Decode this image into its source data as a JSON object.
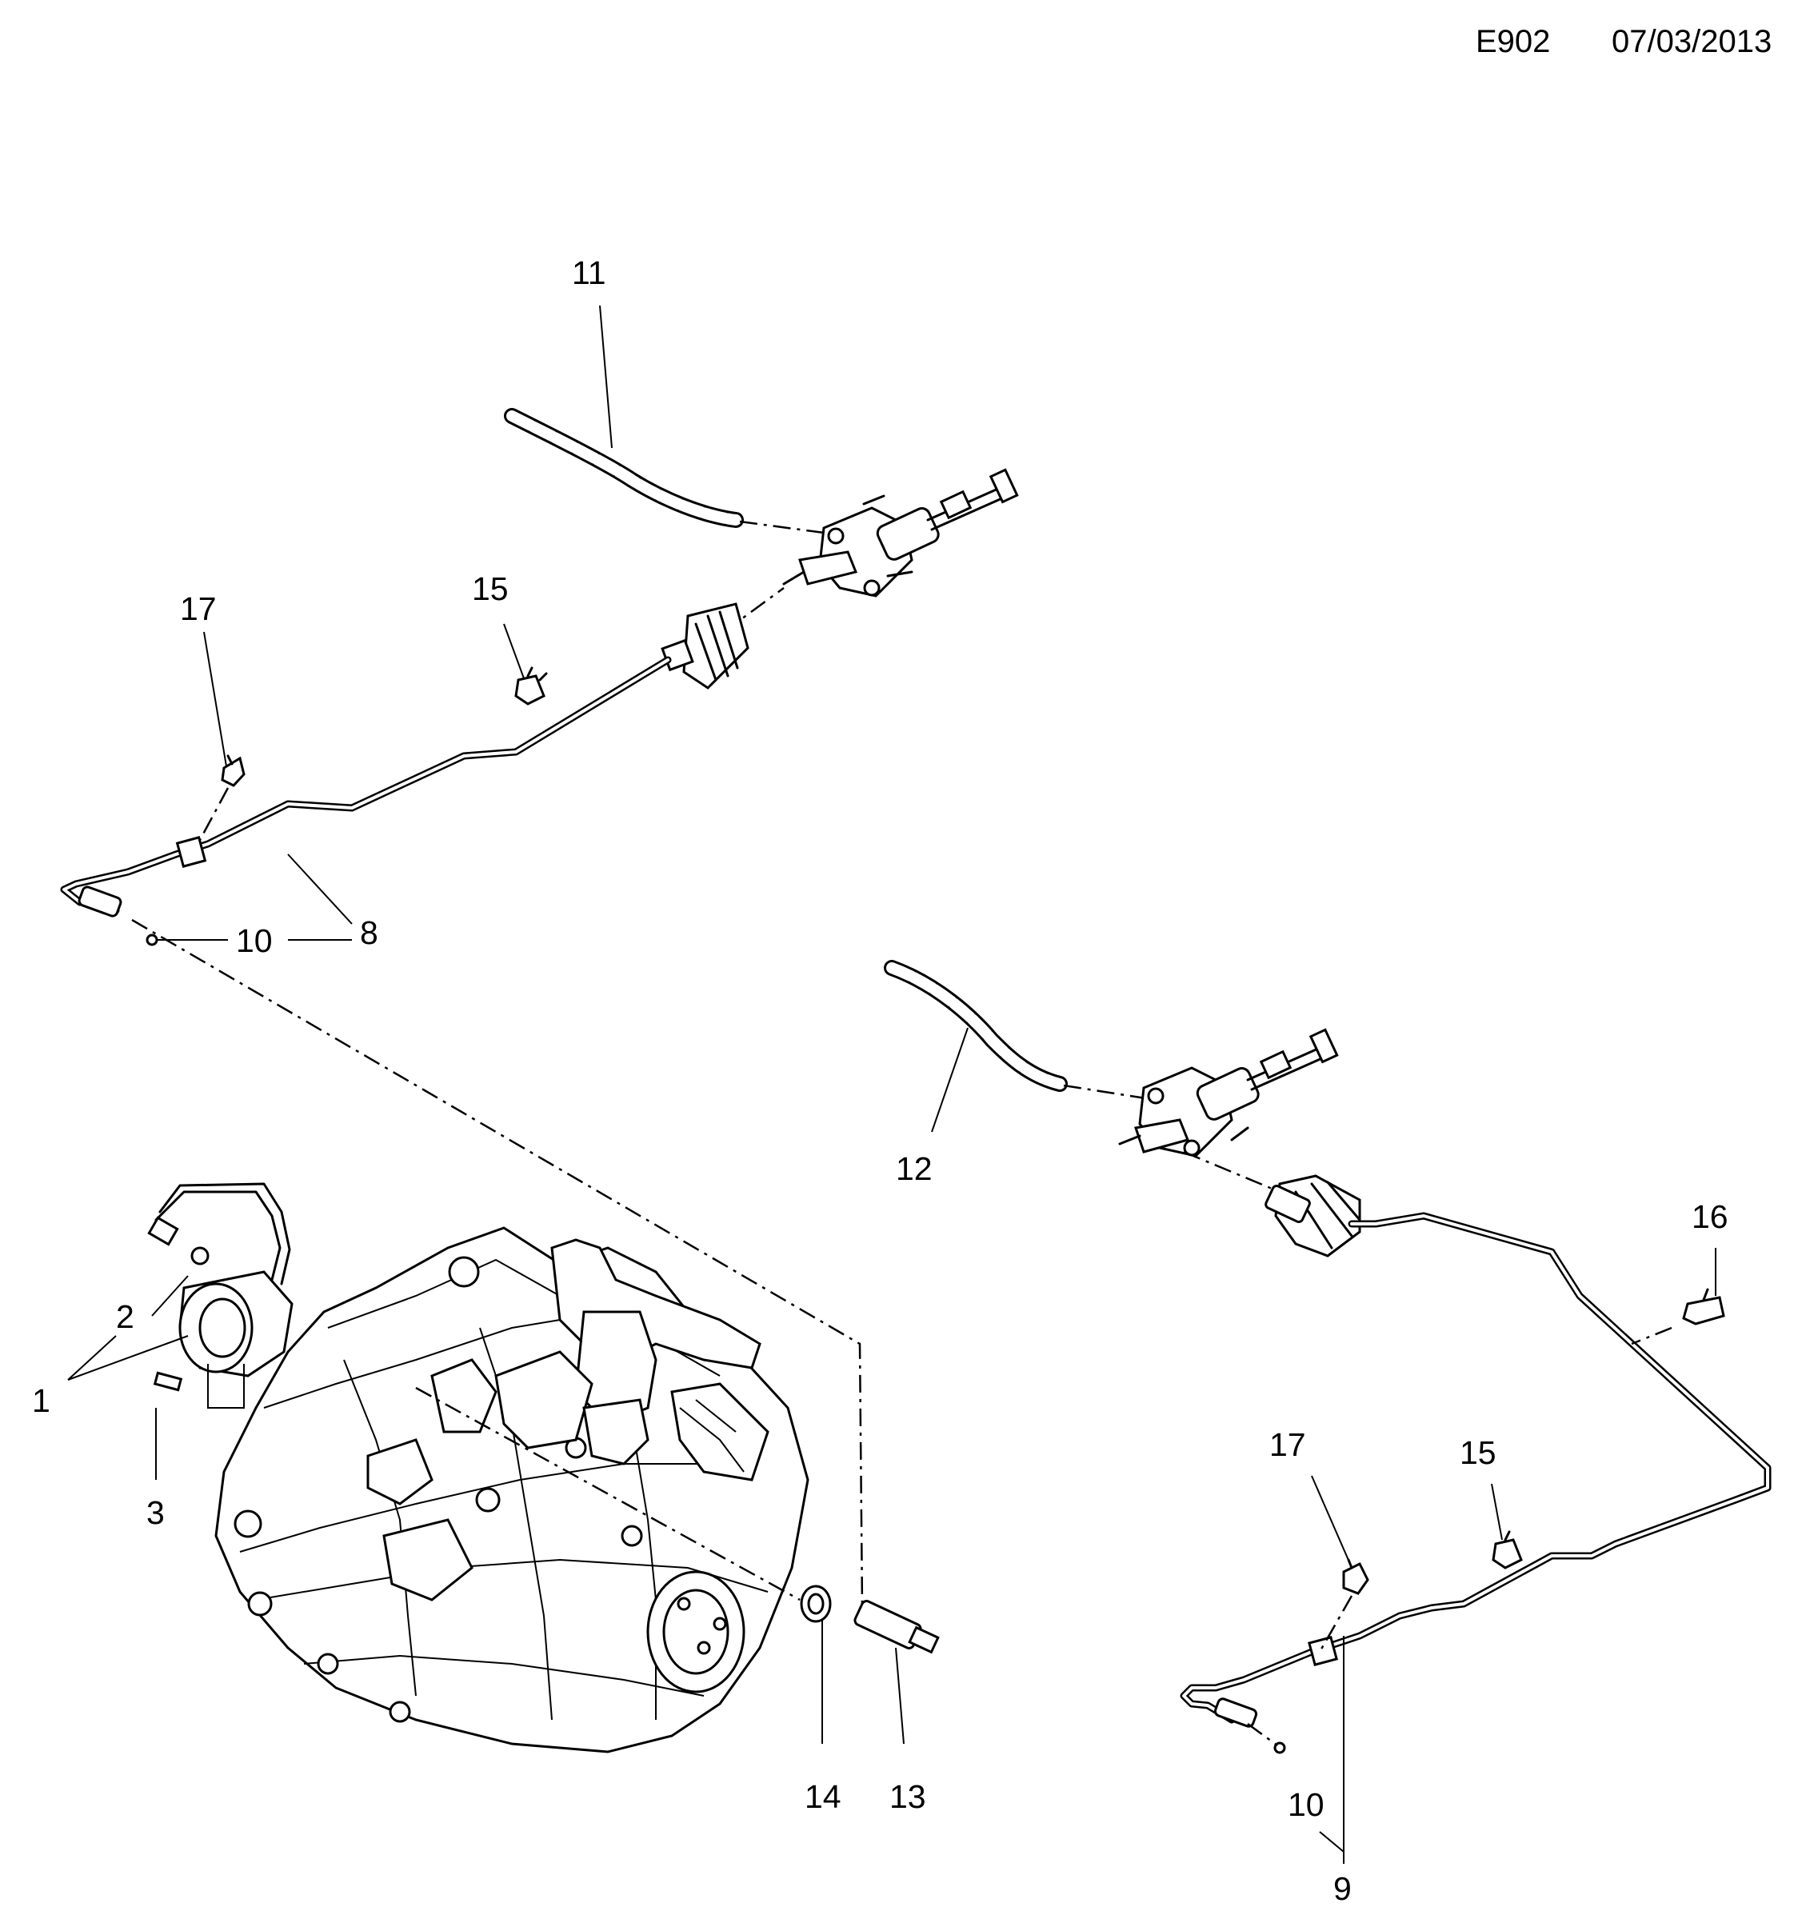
{
  "header": {
    "code": "E902",
    "date": "07/03/2013"
  },
  "callouts": {
    "c1": "1",
    "c2": "2",
    "c3": "3",
    "c8": "8",
    "c9": "9",
    "c10a": "10",
    "c10b": "10",
    "c11": "11",
    "c12": "12",
    "c13": "13",
    "c14": "14",
    "c15a": "15",
    "c15b": "15",
    "c16": "16",
    "c17a": "17",
    "c17b": "17"
  }
}
